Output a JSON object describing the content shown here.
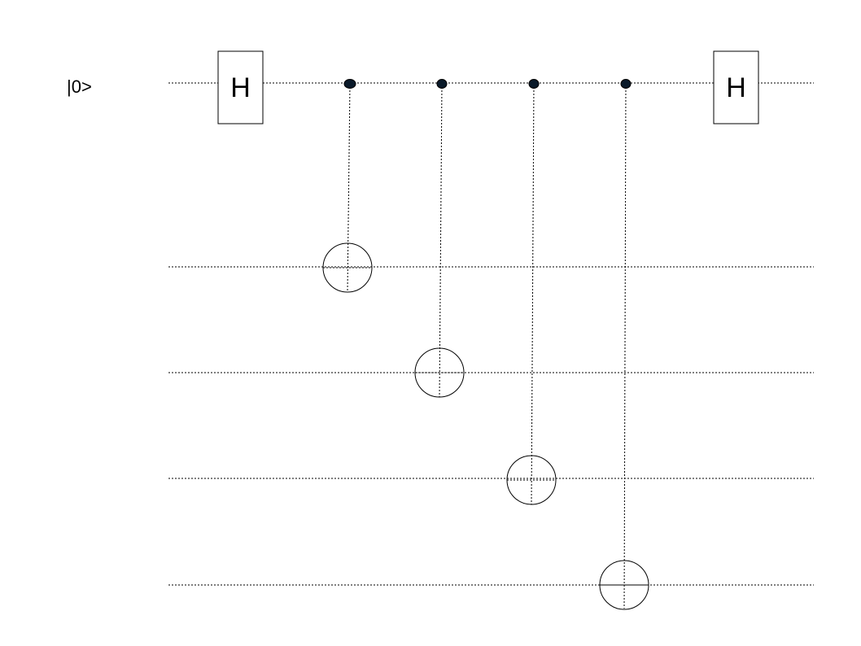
{
  "circuit": {
    "qubit_labels": [
      "|0>",
      "",
      "",
      "",
      ""
    ],
    "gates": [
      {
        "type": "H",
        "label": "H",
        "target": 0
      },
      {
        "type": "CNOT",
        "control": 0,
        "target": 1
      },
      {
        "type": "CNOT",
        "control": 0,
        "target": 2
      },
      {
        "type": "CNOT",
        "control": 0,
        "target": 3
      },
      {
        "type": "CNOT",
        "control": 0,
        "target": 4
      },
      {
        "type": "H",
        "label": "H",
        "target": 0
      }
    ]
  }
}
